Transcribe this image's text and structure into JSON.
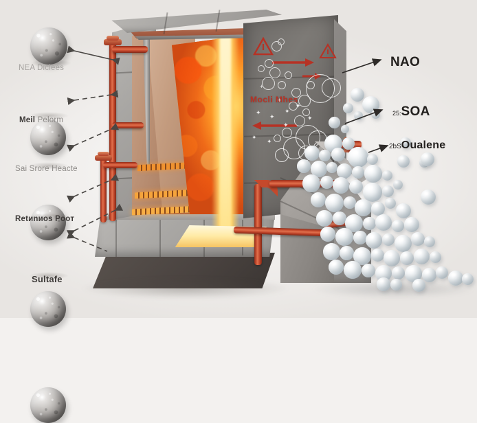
{
  "scene": {
    "title": "Industrial Furnace Cutaway Diagram",
    "background_color": "#f3f1ef"
  },
  "left_items": [
    {
      "label_plain": "NEA Diclees",
      "label_bold": "",
      "style": "faint"
    },
    {
      "label_plain": " Pelorm",
      "label_bold": "Meil",
      "style": "dark"
    },
    {
      "label_plain": "Sai Srore Heacte",
      "label_bold": "",
      "style": "mid"
    },
    {
      "label_plain": "",
      "label_bold": "Retиnиos Pooт",
      "style": "dark"
    },
    {
      "label_plain": "",
      "label_bold": "Sultafe",
      "style": "dark"
    }
  ],
  "right_items": [
    {
      "small": "",
      "label": "NAO"
    },
    {
      "small": "25:",
      "label": "SOA"
    },
    {
      "small": "2bS",
      "label": "Oualene"
    }
  ],
  "panel": {
    "red_text": "Mocli Mhes",
    "warning_icon_1": "warning-triangle-icon",
    "warning_icon_2": "warning-triangle-icon"
  },
  "colors": {
    "pipe_red": "#c5492c",
    "flame_core": "#ffe089",
    "flame_outer": "#e8541a",
    "concrete": "#a9a7a4",
    "sphere_white": "#eef2f4",
    "sphere_metal": "#a9a5a2",
    "annotation_red": "#b63225"
  }
}
